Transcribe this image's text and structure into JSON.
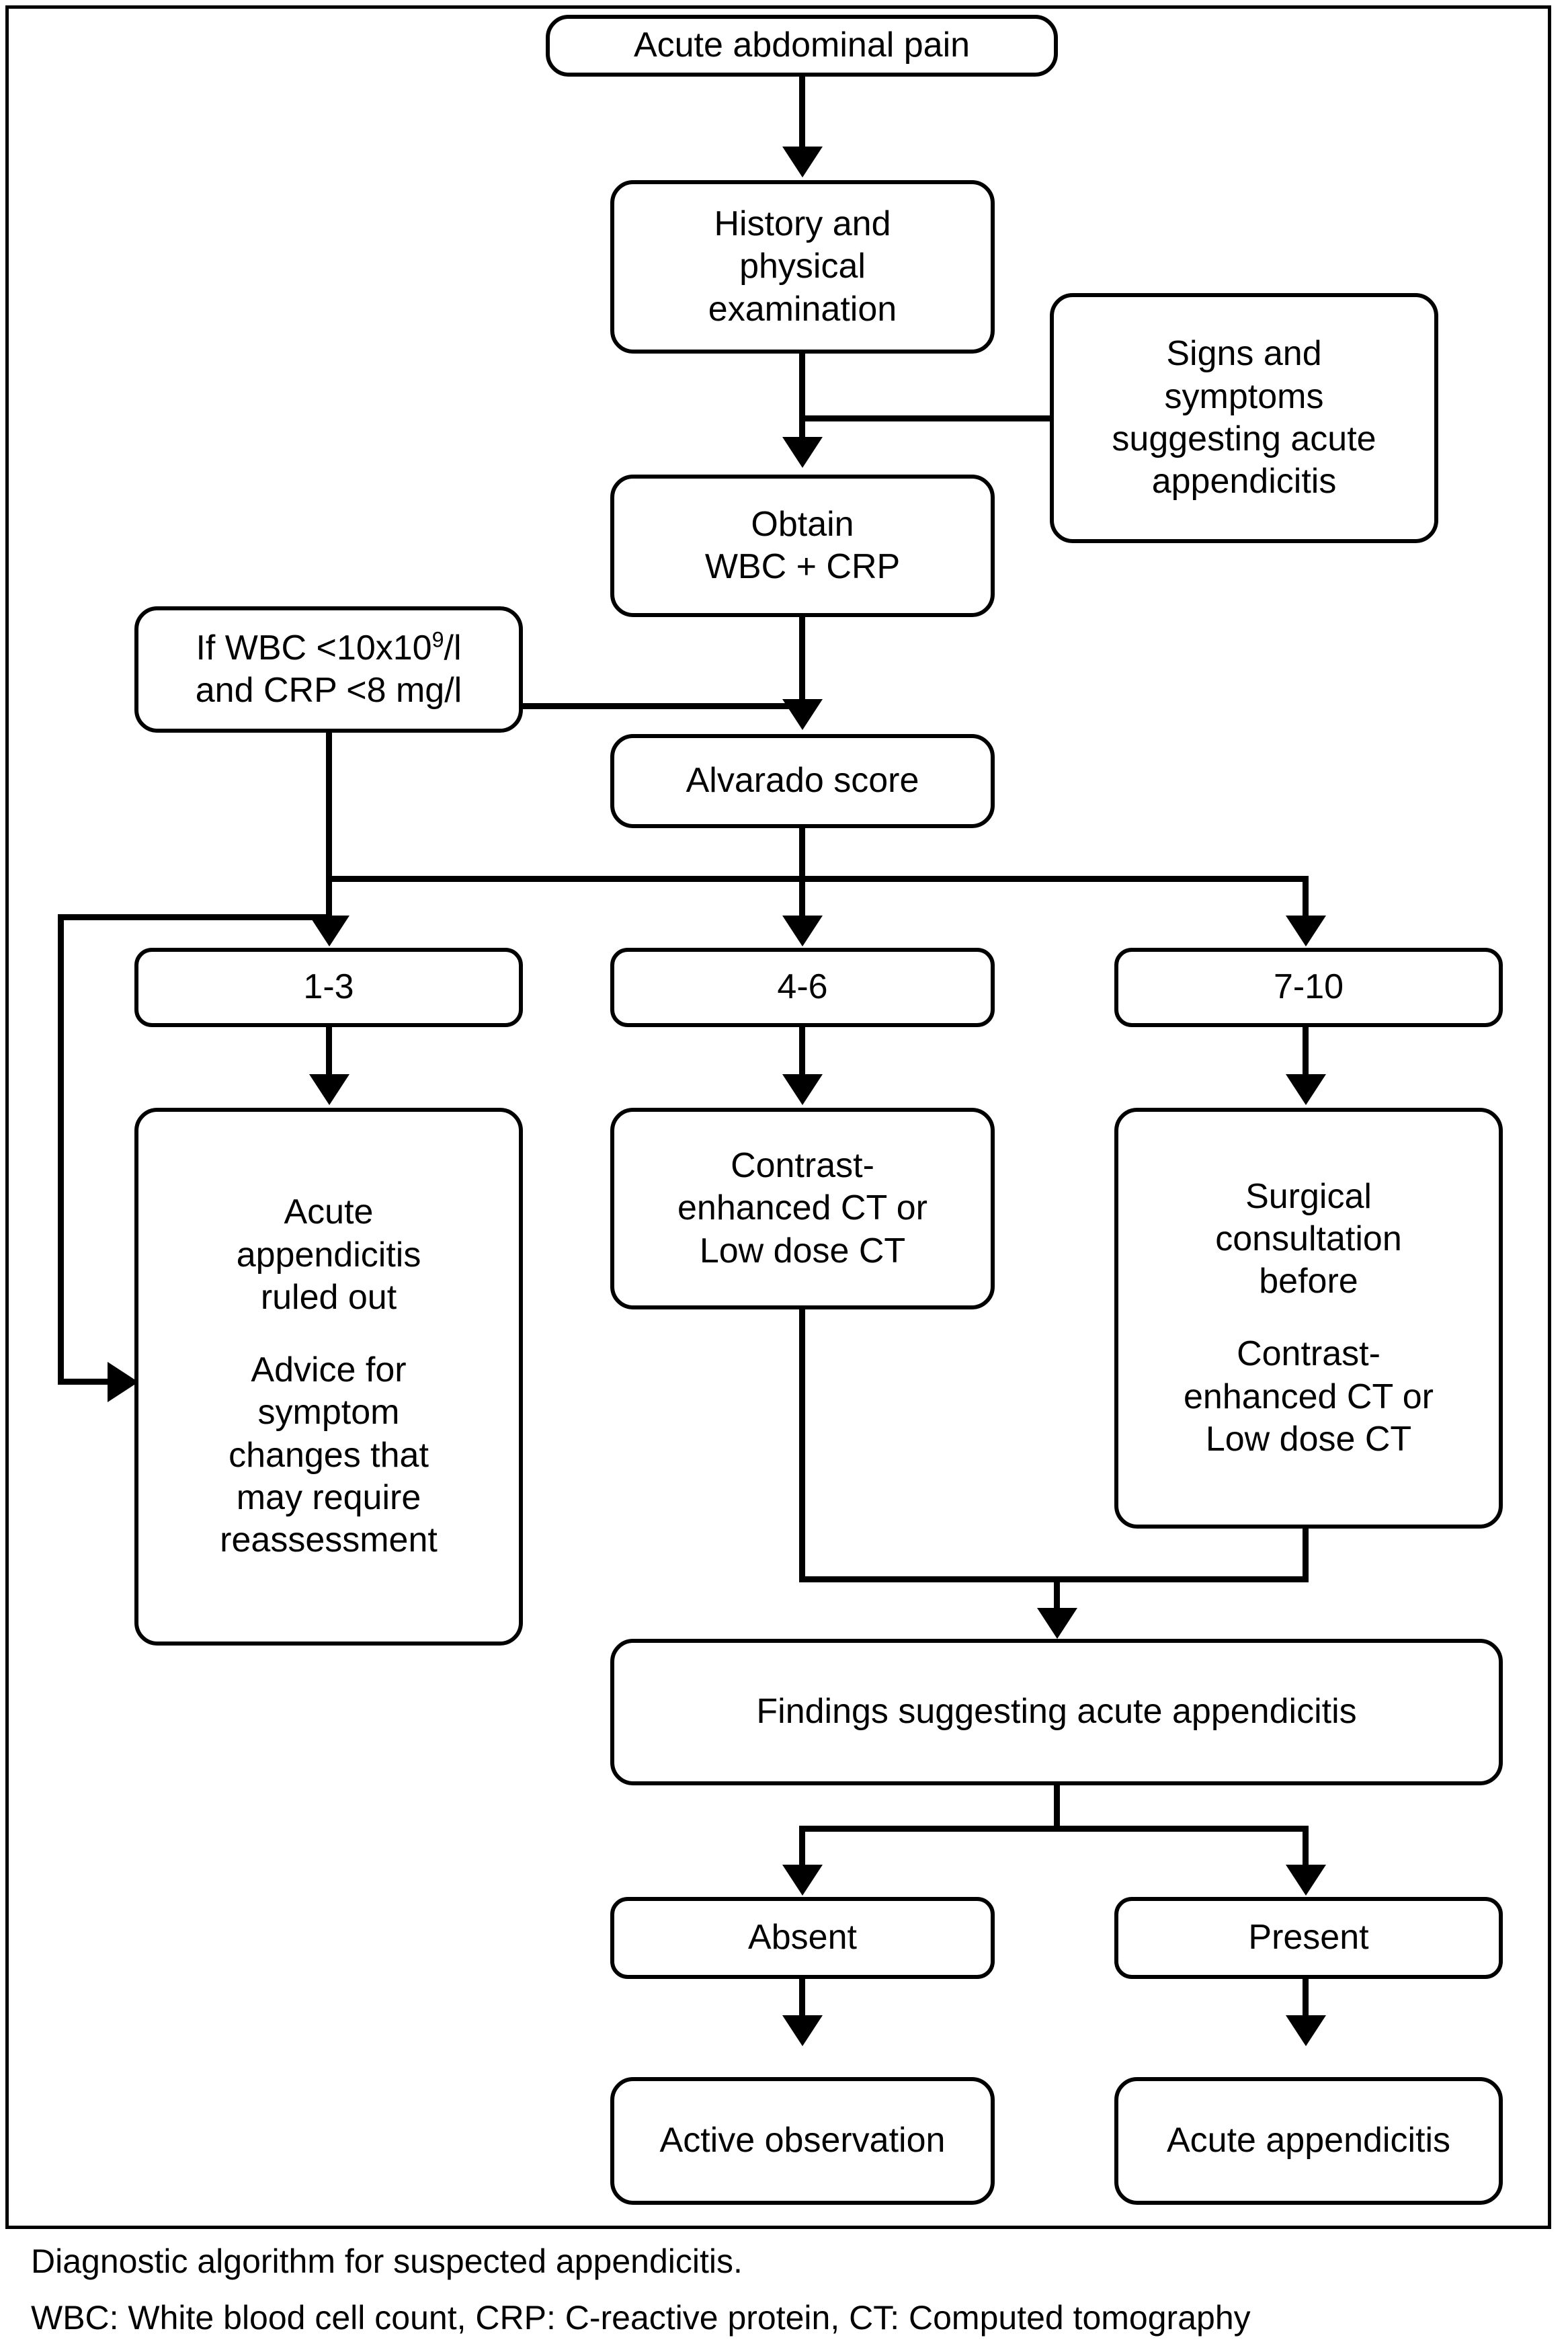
{
  "figure": {
    "type": "flowchart",
    "title": "Diagnostic algorithm for suspected appendicitis.",
    "nodes": {
      "acute_abdominal_pain": "Acute abdominal pain",
      "history_exam_l1": "History and",
      "history_exam_l2": "physical",
      "history_exam_l3": "examination",
      "signs_l1": "Signs and",
      "signs_l2": "symptoms",
      "signs_l3": "suggesting acute",
      "signs_l4": "appendicitis",
      "obtain_l1": "Obtain",
      "obtain_l2": "WBC + CRP",
      "wbc_crp_pre": "If WBC <10x10",
      "wbc_crp_sup": "9",
      "wbc_crp_post": "/l",
      "wbc_crp_l2": "and CRP <8 mg/l",
      "alvarado": "Alvarado score",
      "score_low": "1-3",
      "score_mid": "4-6",
      "score_high": "7-10",
      "ruled_out_l1": "Acute",
      "ruled_out_l2": "appendicitis",
      "ruled_out_l3": "ruled out",
      "ruled_out_l4": "Advice for",
      "ruled_out_l5": "symptom",
      "ruled_out_l6": "changes that",
      "ruled_out_l7": "may require",
      "ruled_out_l8": "reassessment",
      "ct_mid_l1": "Contrast-",
      "ct_mid_l2": "enhanced CT or",
      "ct_mid_l3": "Low dose CT",
      "surg_l1": "Surgical",
      "surg_l2": "consultation",
      "surg_l3": "before",
      "surg_l4": "Contrast-",
      "surg_l5": "enhanced CT or",
      "surg_l6": "Low dose CT",
      "findings": "Findings suggesting acute appendicitis",
      "absent": "Absent",
      "present": "Present",
      "active_observation": "Active observation",
      "acute_appendicitis": "Acute appendicitis"
    }
  },
  "caption": {
    "line1": "Diagnostic algorithm for suspected appendicitis.",
    "line2": "WBC: White blood cell count, CRP: C-reactive protein, CT: Computed tomography"
  },
  "colors": {
    "stroke": "#000000",
    "fill": "#ffffff"
  }
}
